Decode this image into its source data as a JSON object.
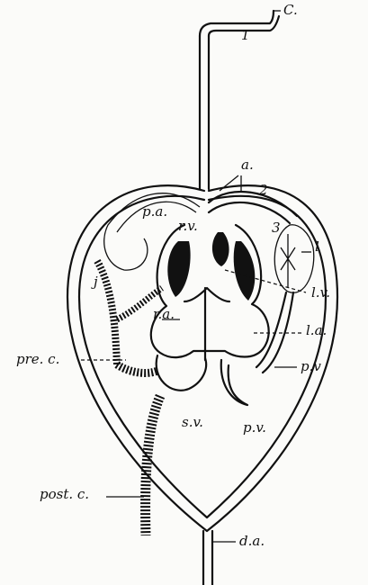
{
  "labels": {
    "c": "C.",
    "n1": "1",
    "a": "a.",
    "n2": "2",
    "n3": "3",
    "pa": "p.a.",
    "rv": "r.v.",
    "l": "l",
    "j": "j",
    "lv": "l.v.",
    "ra": "r.a.",
    "la": "l.a.",
    "prec": "pre. c.",
    "pv_right": "p.v",
    "sv": "s.v.",
    "pv_bottom": "p.v.",
    "postc": "post. c.",
    "da": "d.a."
  }
}
